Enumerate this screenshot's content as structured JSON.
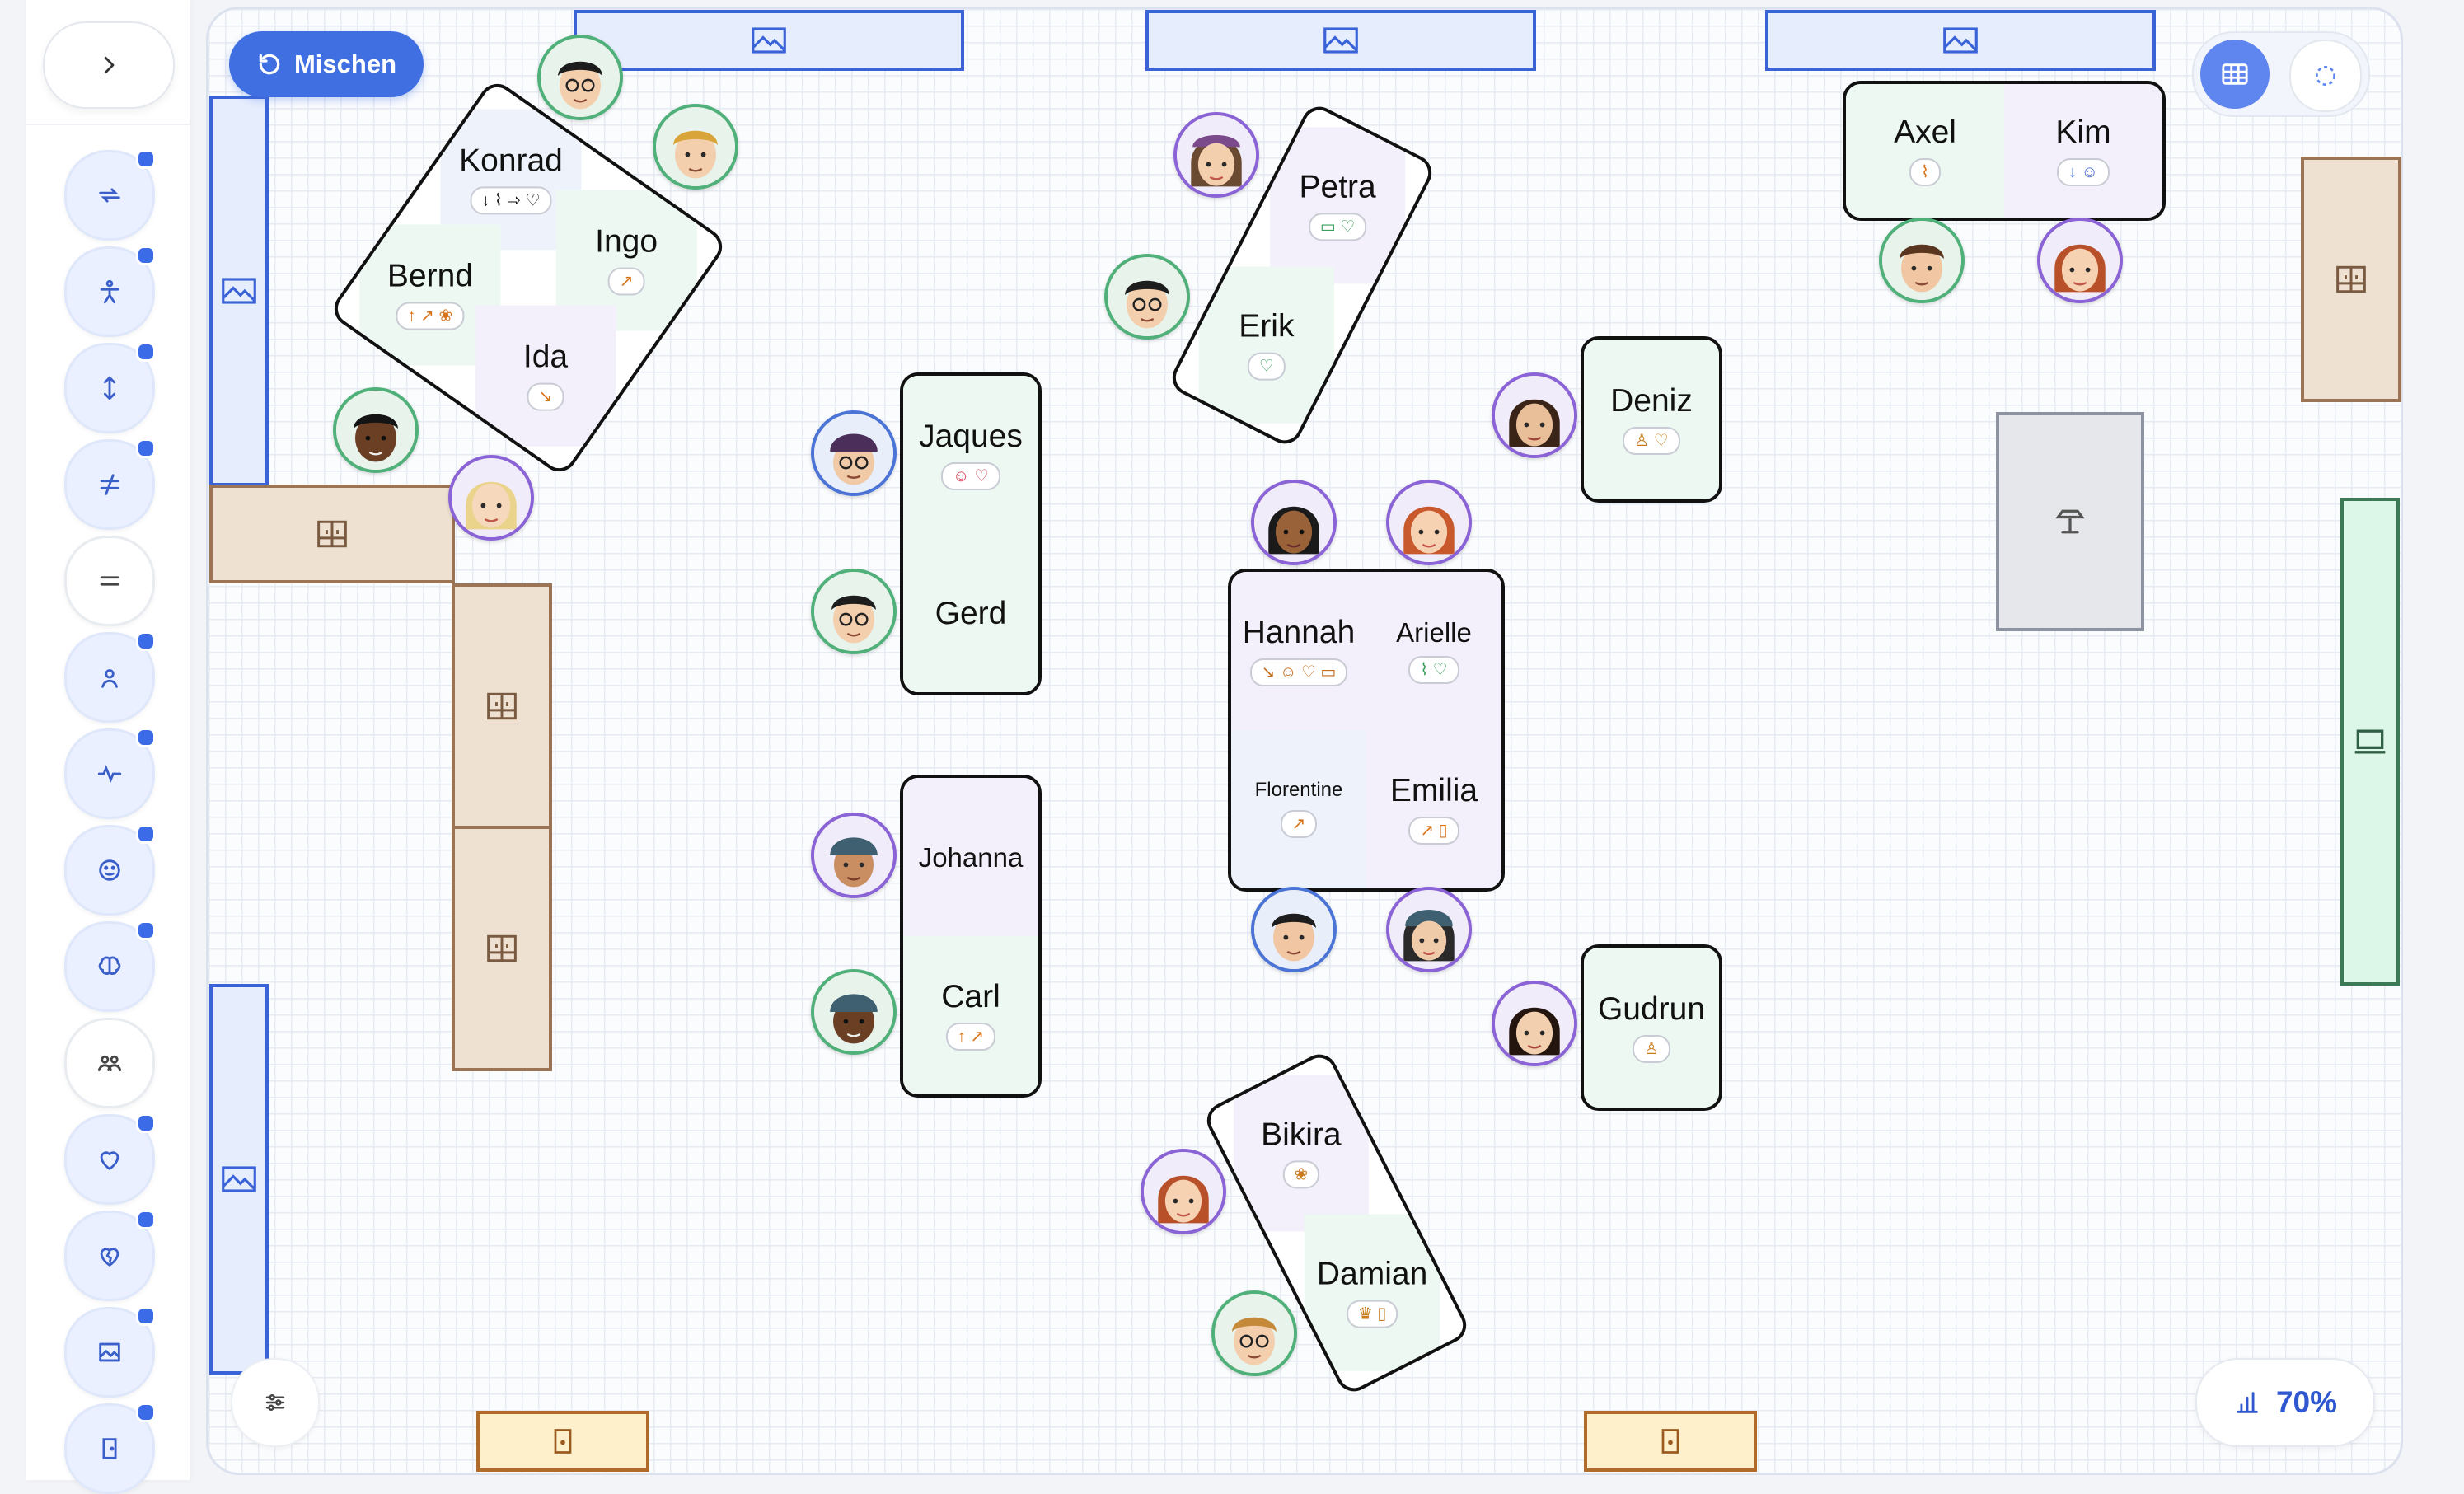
{
  "toolbar": {
    "shuffle_label": "Mischen",
    "score_label": "70%",
    "score_value": 0.7
  },
  "sidebar": {
    "items": [
      {
        "icon": "swap-icon",
        "has_indicator": true
      },
      {
        "icon": "person-icon",
        "has_indicator": true
      },
      {
        "icon": "vertical-arrows-icon",
        "has_indicator": true
      },
      {
        "icon": "not-equal-icon",
        "has_indicator": true
      },
      {
        "icon": "equals-icon",
        "has_indicator": false
      },
      {
        "icon": "location-person-icon",
        "has_indicator": true
      },
      {
        "icon": "pulse-icon",
        "has_indicator": true
      },
      {
        "icon": "face-icon",
        "has_indicator": true
      },
      {
        "icon": "brain-icon",
        "has_indicator": true
      },
      {
        "icon": "group-icon",
        "has_indicator": false
      },
      {
        "icon": "heart-icon",
        "has_indicator": true
      },
      {
        "icon": "broken-heart-icon",
        "has_indicator": true
      },
      {
        "icon": "picture-icon",
        "has_indicator": true
      },
      {
        "icon": "door-icon",
        "has_indicator": true
      }
    ]
  },
  "students": {
    "konrad": {
      "name": "Konrad",
      "tags": "↓ ⌇ ⇨ ♡"
    },
    "ingo": {
      "name": "Ingo",
      "tags": "↗"
    },
    "bernd": {
      "name": "Bernd",
      "tags": "↑ ↗ ❀"
    },
    "ida": {
      "name": "Ida",
      "tags": "↘"
    },
    "petra": {
      "name": "Petra",
      "tags": "▭ ♡"
    },
    "erik": {
      "name": "Erik",
      "tags": "♡"
    },
    "jaques": {
      "name": "Jaques",
      "tags": "☺ ♡"
    },
    "gerd": {
      "name": "Gerd",
      "tags": ""
    },
    "johanna": {
      "name": "Johanna",
      "tags": ""
    },
    "carl": {
      "name": "Carl",
      "tags": "↑ ↗"
    },
    "hannah": {
      "name": "Hannah",
      "tags": "↘ ☺ ♡ ▭"
    },
    "arielle": {
      "name": "Arielle",
      "tags": "⌇ ♡"
    },
    "florentine": {
      "name": "Florentine",
      "tags": "↗"
    },
    "emilia": {
      "name": "Emilia",
      "tags": "↗ ▯"
    },
    "deniz": {
      "name": "Deniz",
      "tags": "♙ ♡"
    },
    "gudrun": {
      "name": "Gudrun",
      "tags": "♙"
    },
    "bikira": {
      "name": "Bikira",
      "tags": "❀"
    },
    "damian": {
      "name": "Damian",
      "tags": "♛ ▯"
    },
    "axel": {
      "name": "Axel",
      "tags": "⌇"
    },
    "kim": {
      "name": "Kim",
      "tags": "↓ ☺"
    }
  },
  "colors": {
    "accent": "#3f6fe0",
    "window": "#3a63d8",
    "cabinet": "#9b7456",
    "door": "#b06a2a",
    "board": "#3c7a57",
    "seat_green": "#ecf8f1",
    "seat_purple": "#f3f0fb",
    "seat_blue": "#eef3fb"
  }
}
